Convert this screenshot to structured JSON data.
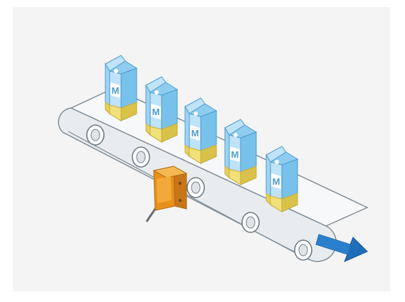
{
  "illustration": {
    "colors": {
      "panel": "#f4f4f4",
      "belt_top": "#f7f8f9",
      "belt_outline": "#7e8a94",
      "carton_blue_light": "#bfe3f8",
      "carton_blue": "#8ecdf0",
      "carton_blue_dark": "#5eaedd",
      "carton_yellow": "#f2e07a",
      "carton_yellow_dark": "#d4bc3f",
      "sensor_orange": "#f0a020",
      "arrow_blue": "#1f6fb8"
    },
    "carton_logo_letter": "M",
    "carton_count": 5,
    "roller_count": 5,
    "icons": {
      "carton": "milk-carton-icon",
      "sensor": "photoelectric-sensor-icon",
      "arrow": "direction-arrow-icon"
    }
  }
}
